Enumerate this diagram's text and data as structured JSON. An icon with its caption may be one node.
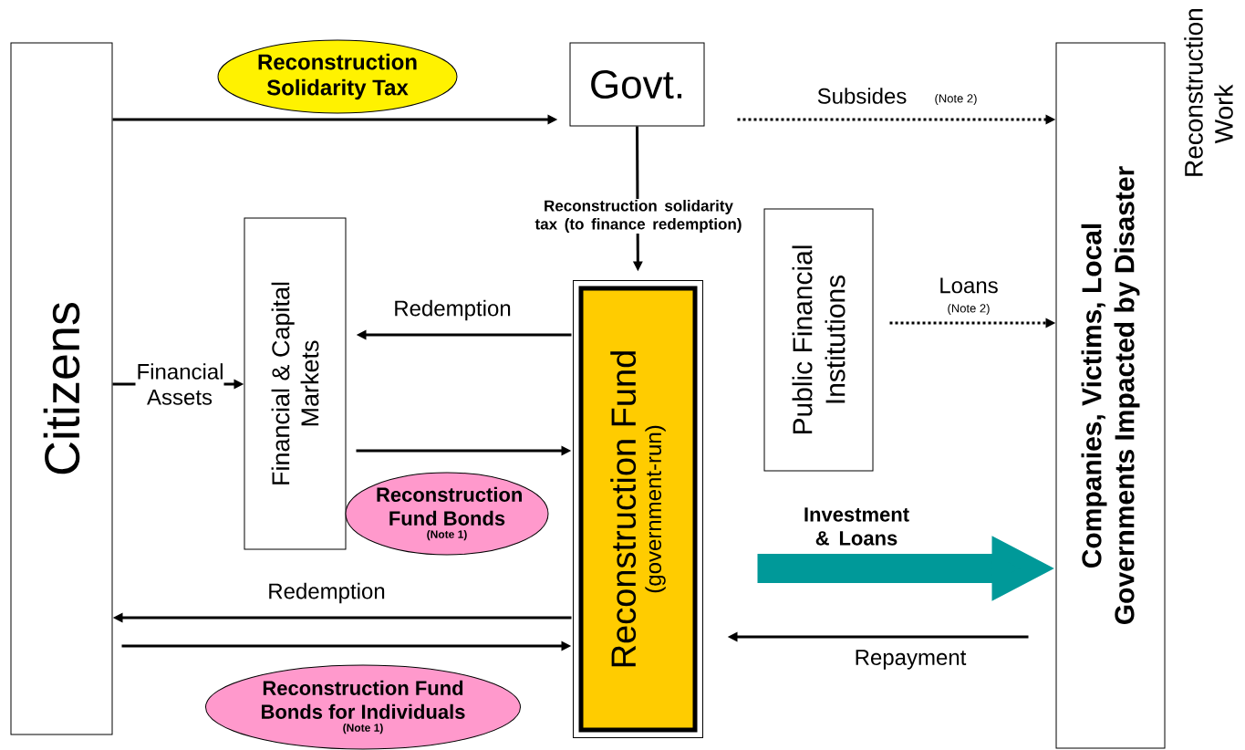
{
  "diagram": {
    "nodes": [
      {
        "text": [
          "Citizens"
        ]
      },
      {
        "text": [
          "Reconstruction Solidarity Tax"
        ]
      },
      {
        "text": [
          "Govt."
        ]
      },
      {
        "text": [
          "Financial & Capital Markets"
        ]
      },
      {
        "text": [
          "Reconstruction Fund Bonds",
          "(Note 1)"
        ]
      },
      {
        "text": [
          "Public Financial Institutions"
        ]
      },
      {
        "text": [
          "Reconstruction Fund",
          "(government-run)"
        ]
      },
      {
        "text": [
          "Companies, Victims, Local Governments Impacted by Disaster"
        ],
        "beside": [
          "Reconstruction Work"
        ]
      },
      {
        "text": [
          "Reconstruction Fund Bonds for Individuals",
          "(Note 1)"
        ]
      }
    ],
    "edges": [
      {
        "from": 0,
        "to": 2,
        "arrow": "to"
      },
      {
        "from": 2,
        "to": 7,
        "arrow": "to",
        "label": "Subsides",
        "style": "dashed"
      },
      {
        "from": 2,
        "to": 6,
        "arrow": "to",
        "label": "Reconstruction solidarity tax (to finance redemption)"
      },
      {
        "from": 6,
        "to": 3,
        "arrow": "to",
        "label": "Redemption"
      },
      {
        "from": 0,
        "to": 3,
        "arrow": "to",
        "label": "Financial Assets"
      },
      {
        "from": 3,
        "to": 6,
        "arrow": "to"
      },
      {
        "from": 6,
        "to": 0,
        "arrow": "to",
        "label": "Redemption"
      },
      {
        "from": 0,
        "to": 6,
        "arrow": "to"
      },
      {
        "from": 5,
        "to": 7,
        "arrow": "to",
        "label": "Loans",
        "style": "dashed"
      },
      {
        "from": 6,
        "to": 7,
        "arrow": "to",
        "label": "Investment & Loans",
        "style": "thick",
        "color": "#009999"
      },
      {
        "from": 7,
        "to": 6,
        "arrow": "to",
        "label": "Repayment"
      }
    ],
    "labels": [
      "(Note 2)",
      "(Note 2)"
    ]
  }
}
